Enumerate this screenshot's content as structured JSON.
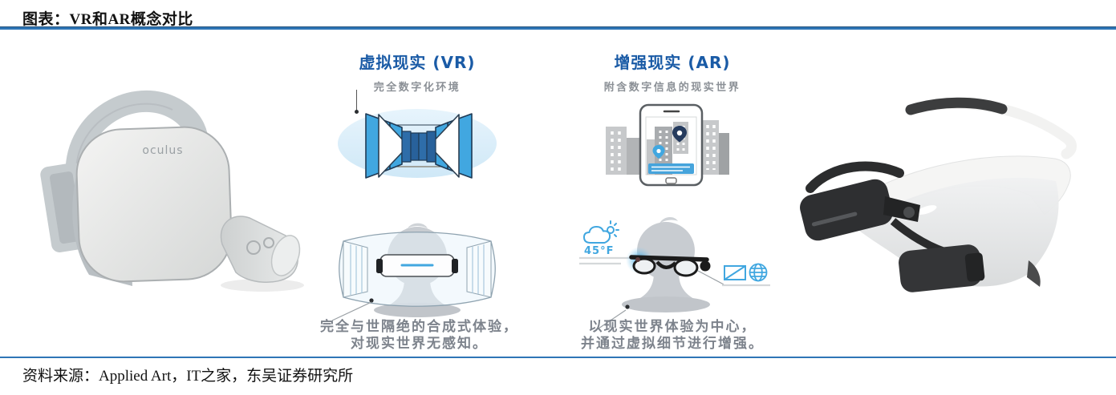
{
  "header": {
    "title": "图表：VR和AR概念对比"
  },
  "footer": {
    "source": "资料来源：Applied Art，IT之家，东吴证券研究所"
  },
  "vr_panel": {
    "heading": "虚拟现实 (VR)",
    "subtitle": "完全数字化环境",
    "caption_line1": "完全与世隔绝的合成式体验，",
    "caption_line2": "对现实世界无感知。"
  },
  "ar_panel": {
    "heading": "增强现实 (AR)",
    "subtitle": "附含数字信息的现实世界",
    "caption_line1": "以现实世界体验为中心，",
    "caption_line2": "并通过虚拟细节进行增强。",
    "weather_temp": "45°F"
  },
  "photos": {
    "left_device_label": "oculus"
  },
  "icons": {
    "weather": "cloud-sun-icon",
    "overlay_image": "image-icon",
    "overlay_globe": "globe-icon",
    "pin_dark": "map-pin-dark-icon",
    "pin_light": "map-pin-light-icon",
    "phone": "smartphone-icon",
    "vr_headset": "vr-headset-icon",
    "ar_glasses": "ar-glasses-icon"
  },
  "colors": {
    "rule_blue": "#2e75b6",
    "heading_blue": "#1a5ba6",
    "caption_gray": "#7d838c",
    "illustration_blue": "#41a7e0",
    "illustration_dark_blue": "#2e6da9",
    "light_blue_bg": "#ddeefa",
    "silhouette_gray": "#c8ccd1"
  }
}
